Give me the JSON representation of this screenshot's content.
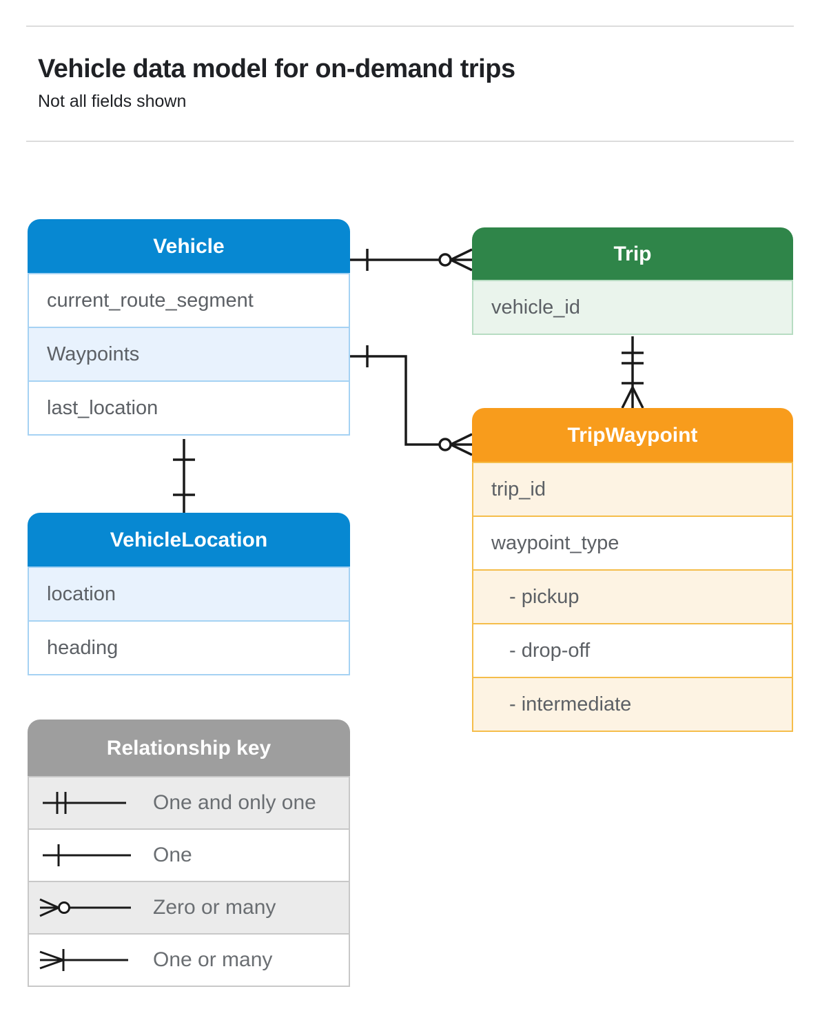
{
  "page": {
    "title": "Vehicle data model for on-demand trips",
    "subtitle": "Not all fields shown"
  },
  "colors": {
    "blue_header": "#0788d2",
    "blue_row": "#e8f2fd",
    "blue_border": "#a5d2f3",
    "green_header": "#2f8549",
    "green_row": "#eaf4ec",
    "green_border": "#b7dcc2",
    "orange_header": "#f89c1c",
    "orange_row": "#fdf3e3",
    "orange_border": "#f5bd4a",
    "gray_header": "#9e9e9e",
    "gray_row": "#ebebeb",
    "gray_border": "#c8c8c8",
    "connector_line": "#1a1a1a",
    "field_text": "#5c6065",
    "title_text": "#1f2125"
  },
  "entities": {
    "vehicle": {
      "title": "Vehicle",
      "fields": [
        {
          "label": "current_route_segment"
        },
        {
          "label": "Waypoints"
        },
        {
          "label": "last_location"
        }
      ]
    },
    "trip": {
      "title": "Trip",
      "fields": [
        {
          "label": "vehicle_id"
        }
      ]
    },
    "trip_waypoint": {
      "title": "TripWaypoint",
      "fields": [
        {
          "label": "trip_id"
        },
        {
          "label": "waypoint_type"
        },
        {
          "label": "- pickup"
        },
        {
          "label": "- drop-off"
        },
        {
          "label": "- intermediate"
        }
      ]
    },
    "vehicle_location": {
      "title": "VehicleLocation",
      "fields": [
        {
          "label": "location"
        },
        {
          "label": "heading"
        }
      ]
    }
  },
  "relationships": [
    {
      "from": "Vehicle",
      "to": "Trip",
      "from_cardinality": "one",
      "to_cardinality": "zero-or-many"
    },
    {
      "from": "Vehicle.Waypoints",
      "to": "TripWaypoint",
      "from_cardinality": "one",
      "to_cardinality": "zero-or-many"
    },
    {
      "from": "Trip",
      "to": "TripWaypoint",
      "from_cardinality": "one-and-only-one",
      "to_cardinality": "one-or-many"
    },
    {
      "from": "Vehicle",
      "to": "VehicleLocation",
      "from_cardinality": "one",
      "to_cardinality": "one"
    }
  ],
  "legend": {
    "title": "Relationship key",
    "items": [
      {
        "label": "One and only one",
        "symbol": "one-and-only-one-icon"
      },
      {
        "label": "One",
        "symbol": "one-icon"
      },
      {
        "label": "Zero or many",
        "symbol": "zero-or-many-icon"
      },
      {
        "label": "One or many",
        "symbol": "one-or-many-icon"
      }
    ]
  }
}
